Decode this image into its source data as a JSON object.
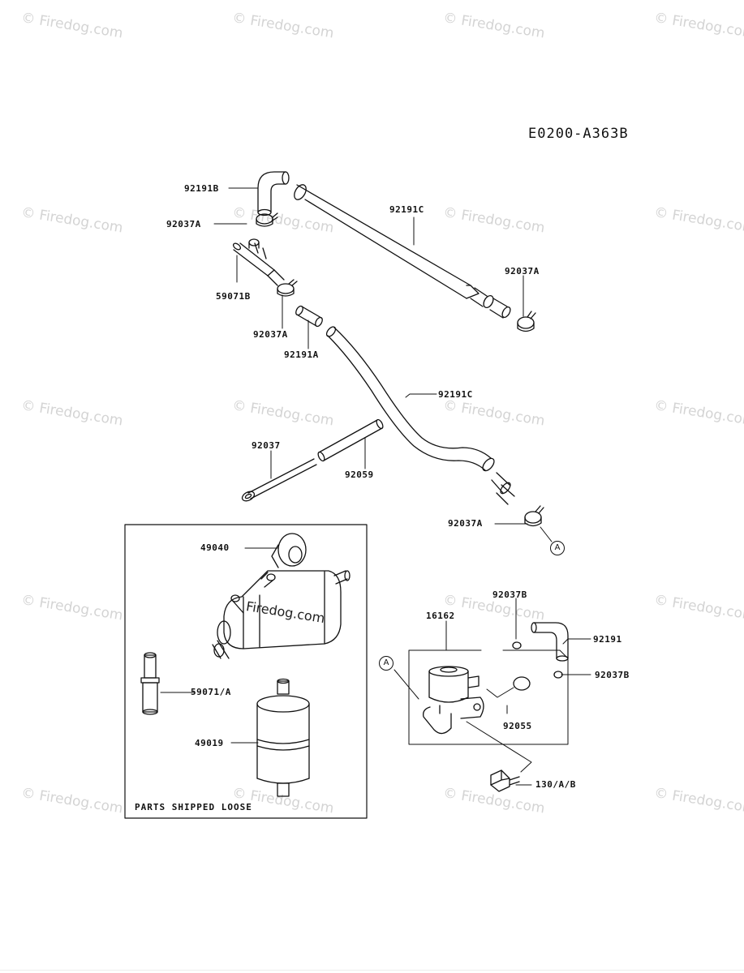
{
  "diagram_code": "E0200-A363B",
  "watermark": "© Firedog.com",
  "center_watermark": "Firedog.com",
  "box_caption": "PARTS SHIPPED LOOSE",
  "ref_marker": "A",
  "labels": {
    "l_92191B": "92191B",
    "l_92037A_top": "92037A",
    "l_59071B": "59071B",
    "l_92037A_mid": "92037A",
    "l_92191A": "92191A",
    "l_92191C_top": "92191C",
    "l_92037A_right": "92037A",
    "l_92191C_low": "92191C",
    "l_92037": "92037",
    "l_92059": "92059",
    "l_92037A_low": "92037A",
    "l_49040": "49040",
    "l_59071A": "59071/A",
    "l_49019": "49019",
    "l_92037B_top": "92037B",
    "l_16162": "16162",
    "l_92191": "92191",
    "l_92037B_right": "92037B",
    "l_92055": "92055",
    "l_130AB": "130/A/B"
  },
  "colors": {
    "ink": "#111111",
    "watermark": "#d4d4d4"
  },
  "icons": [
    "fuel-hose",
    "hose-clamp",
    "fuel-filter",
    "fuel-pump",
    "pressure-regulator",
    "o-ring",
    "bolt"
  ]
}
